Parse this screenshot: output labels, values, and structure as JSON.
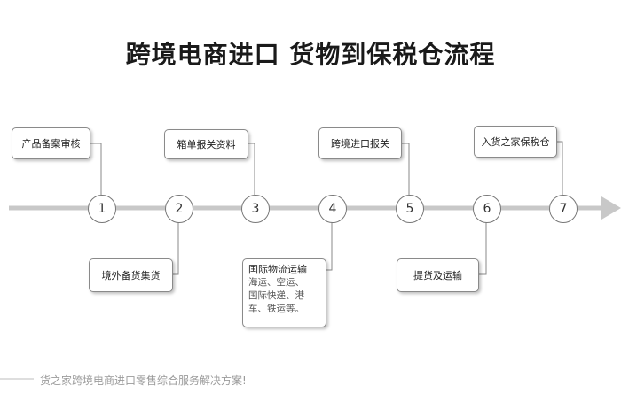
{
  "title": "跨境电商进口 货物到保税仓流程",
  "steps": [
    {
      "number": "1",
      "label": "产品备案审核"
    },
    {
      "number": "2",
      "label": "境外备货集货"
    },
    {
      "number": "3",
      "label": "箱单报关资料"
    },
    {
      "number": "4",
      "label": "国际物流运输",
      "detail_lines": [
        "海运、空运、",
        "国际快递、港",
        "车、铁运等。"
      ]
    },
    {
      "number": "5",
      "label": "跨境进口报关"
    },
    {
      "number": "6",
      "label": "提货及运输"
    },
    {
      "number": "7",
      "label": "入货之家保税仓"
    }
  ],
  "footer": "货之家跨境电商进口零售综合服务解决方案!",
  "colors": {
    "timeline": "#c8c8c8",
    "connector": "#888888",
    "node_border": "#777777",
    "footer_text": "#9a9a9a"
  }
}
